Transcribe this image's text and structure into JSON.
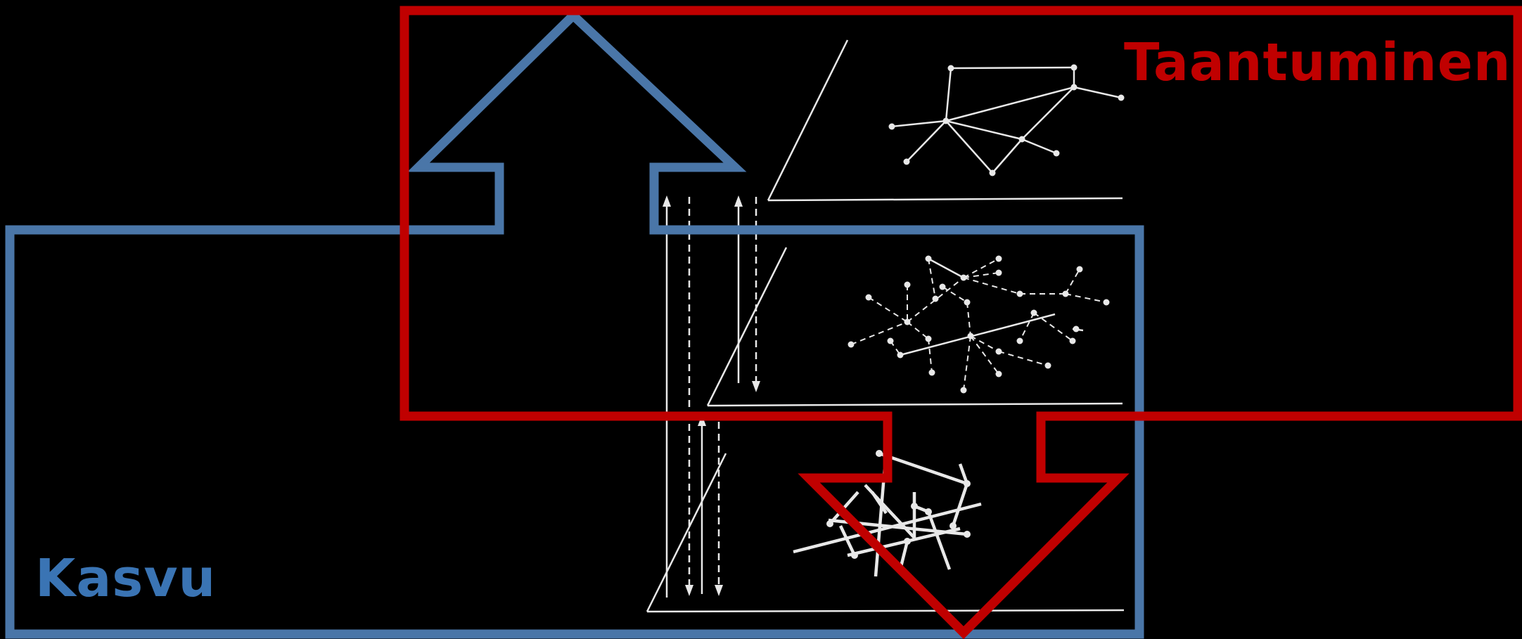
{
  "labels": {
    "decline": "Taantuminen",
    "growth": "Kasvu"
  },
  "colors": {
    "background": "#000000",
    "decline": "#c00000",
    "growth": "#4a76a8",
    "growth_text": "#3a74b4",
    "drawing": "#e8e8e8"
  },
  "icons": {
    "growth_arrow": "arrow-up-outline",
    "decline_arrow": "arrow-down-outline"
  }
}
